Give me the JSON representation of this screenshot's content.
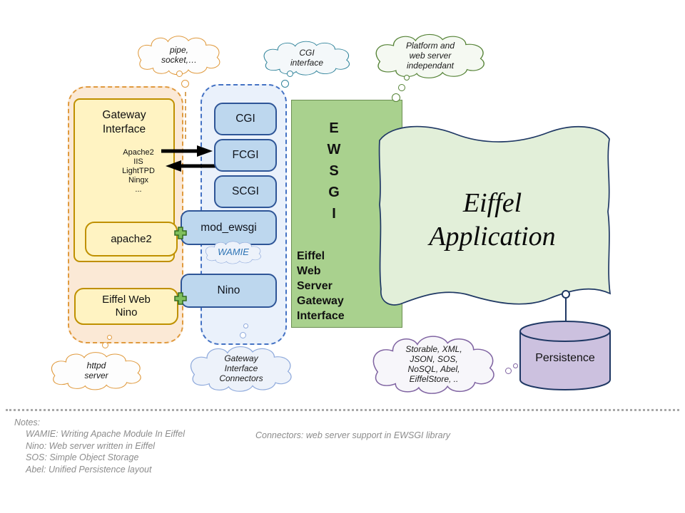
{
  "clouds": {
    "pipe_socket": "pipe,\nsocket,…",
    "cgi_interface": "CGI\ninterface",
    "platform": "Platform and\nweb server\nindependant",
    "httpd": "httpd\nserver",
    "gateway_connectors": "Gateway\nInterface\nConnectors",
    "storable": "Storable, XML,\nJSON, SOS,\nNoSQL, Abel,\nEiffelStore, ..",
    "wamie": "WAMIE"
  },
  "gateway_group": {
    "title": "Gateway\nInterface",
    "servers": [
      "Apache2",
      "IIS",
      "LightTPD",
      "Ningx",
      "..."
    ],
    "apache2_label": "apache2",
    "nino_label": "Eiffel Web\nNino"
  },
  "connector_stack": [
    "CGI",
    "FCGI",
    "SCGI",
    "mod_ewsgi",
    "Nino"
  ],
  "ewsgi": {
    "acronym": "E\nW\nS\nG\nI",
    "name": "Eiffel\nWeb\nServer\nGateway\nInterface"
  },
  "application": {
    "title": "Eiffel\nApplication"
  },
  "persistence": {
    "label": "Persistence"
  },
  "notes": {
    "heading": "Notes:",
    "left": [
      "WAMIE: Writing Apache Module In Eiffel",
      "Nino: Web server written in Eiffel",
      "SOS: Simple Object Storage",
      "Abel: Unified Persistence layout"
    ],
    "right": "Connectors: web server support in EWSGI library"
  },
  "icons": {
    "plug": "green-plus-plug",
    "request_arrow": "bold-right-arrow",
    "response_arrow": "bold-left-arrow",
    "pin": "circle-pin-connector",
    "trail": "thought-bubble-dots"
  },
  "colors": {
    "orange": "#E09A3E",
    "orange_fill": "#FBE9D6",
    "gold": "#BF9000",
    "yellow_fill": "#FFF3C2",
    "blue": "#4472C4",
    "blue_fill": "#EAF1FB",
    "bluebox_fill": "#BDD7EE",
    "bluebox_border": "#2E5597",
    "green_fill": "#A9D18E",
    "green_border": "#6B8F52",
    "cloud_green": "#548235",
    "teal": "#31849B",
    "lightblue": "#8FAADC",
    "purple": "#8064A2",
    "purple_fill": "#CCC1DF",
    "navy": "#1F3864",
    "app_fill": "#E2EFD9",
    "wamie_text": "#2E74B5",
    "note_gray": "#8C8C8C"
  }
}
